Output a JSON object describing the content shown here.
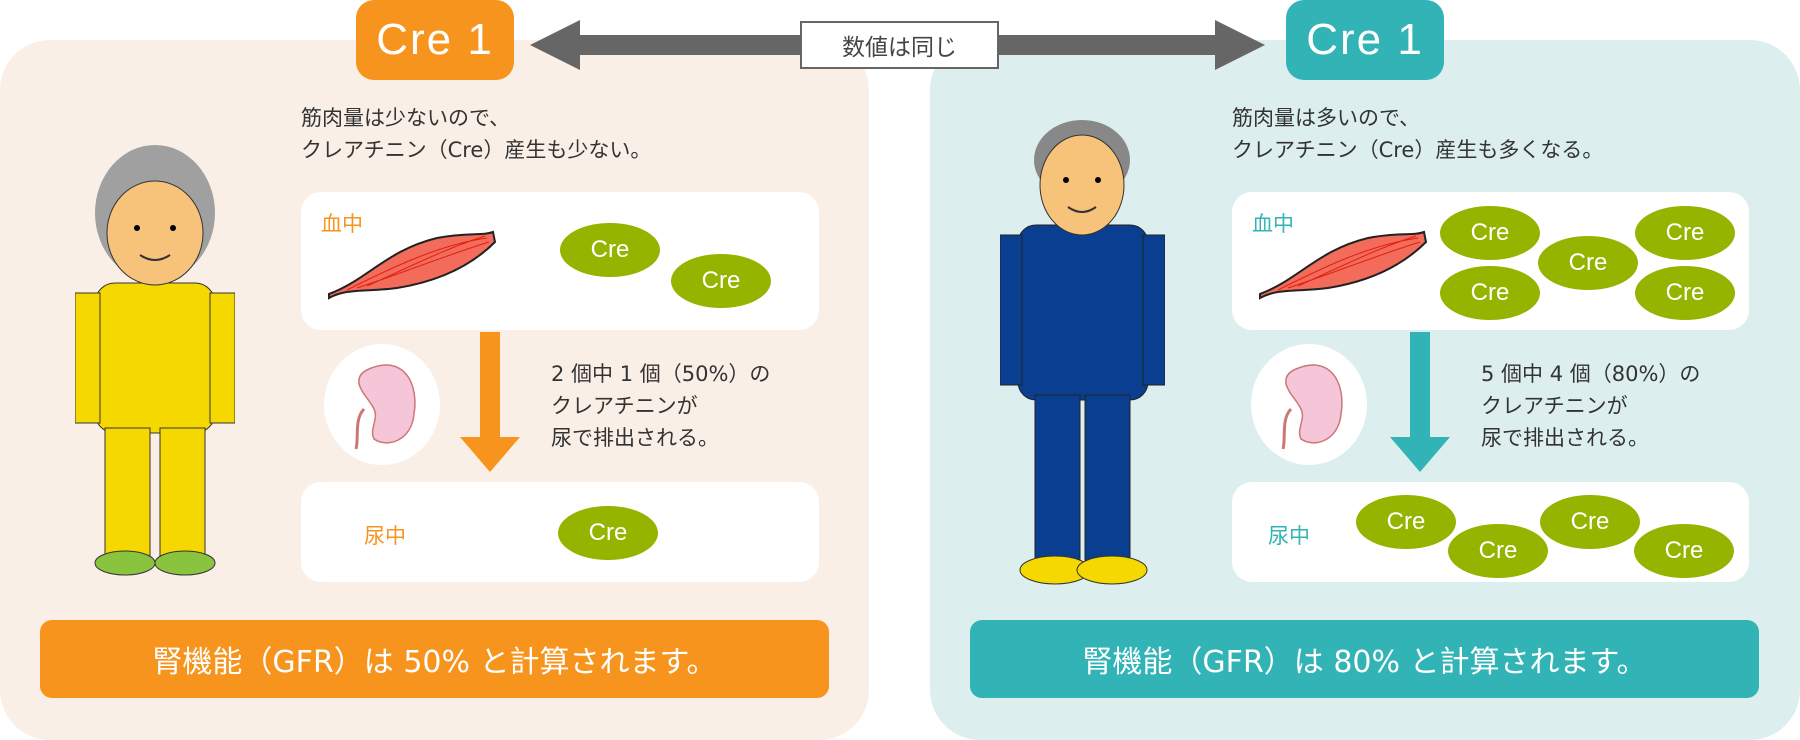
{
  "colors": {
    "orange": "#f7941d",
    "teal": "#32b4b6",
    "cre_green": "#94b400",
    "left_bg": "#faefe6",
    "right_bg": "#dcefee",
    "arrow_gray": "#666666"
  },
  "center_label": "数値は同じ",
  "left": {
    "badge": "Cre 1",
    "desc": [
      "筋肉量は少ないので、",
      "クレアチニン（Cre）産生も少ない。"
    ],
    "blood_label": "血中",
    "blood_cre": [
      "Cre",
      "Cre"
    ],
    "excretion": [
      "2 個中 1 個（50%）の",
      "クレアチニンが",
      "尿で排出される。"
    ],
    "urine_label": "尿中",
    "urine_cre": [
      "Cre"
    ],
    "result": "腎機能（GFR）は 50% と計算されます。",
    "excretion_percent": 50
  },
  "right": {
    "badge": "Cre 1",
    "desc": [
      "筋肉量は多いので、",
      "クレアチニン（Cre）産生も多くなる。"
    ],
    "blood_label": "血中",
    "blood_cre": [
      "Cre",
      "Cre",
      "Cre",
      "Cre",
      "Cre"
    ],
    "excretion": [
      "5 個中 4 個（80%）の",
      "クレアチニンが",
      "尿で排出される。"
    ],
    "urine_label": "尿中",
    "urine_cre": [
      "Cre",
      "Cre",
      "Cre",
      "Cre"
    ],
    "result": "腎機能（GFR）は 80% と計算されます。",
    "excretion_percent": 80
  }
}
